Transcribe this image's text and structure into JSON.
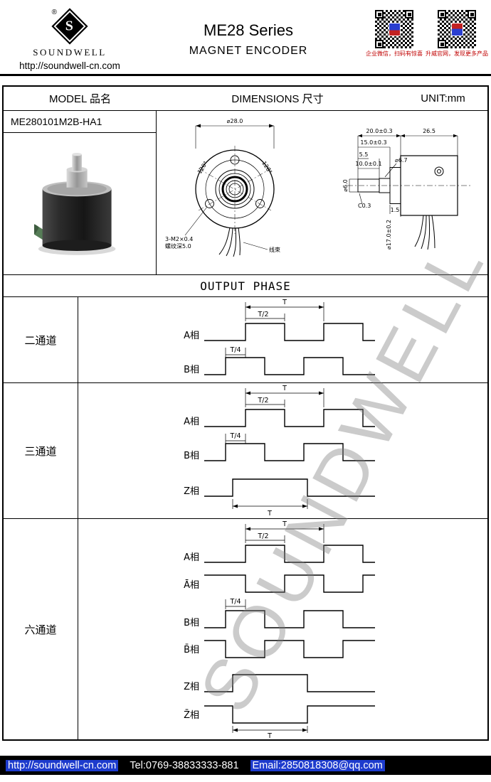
{
  "header": {
    "logo_mark": "S",
    "registered": "®",
    "logo_text": "SOUNDWELL",
    "url": "http://soundwell-cn.com",
    "title": "ME28 Series",
    "subtitle": "MAGNET ENCODER",
    "qr_captions": [
      "企业微信，扫码有惊喜",
      "升威官网，发现更多产品"
    ]
  },
  "table_header": {
    "model": "MODEL 品名",
    "dimensions": "DIMENSIONS 尺寸",
    "unit": "UNIT:mm"
  },
  "model": {
    "name": "ME280101M2B-HA1"
  },
  "drawing": {
    "front": {
      "dia": "⌀28.0",
      "angle_left": "120°",
      "angle_right": "120°",
      "screws": "3-M2×0.4",
      "thread_depth": "螺纹深5.0",
      "wire": "线束"
    },
    "side": {
      "d20": "20.0±0.3",
      "d265": "26.5",
      "d15": "15.0±0.3",
      "d55": "5.5",
      "d10": "10.0±0.1",
      "d6": "⌀6.0",
      "d67": "⌀6.7",
      "c03": "C0.3",
      "d15b": "1.5",
      "d17": "⌀17.0±0.2"
    }
  },
  "output": {
    "title": "OUTPUT PHASE",
    "markers": {
      "t": "T",
      "t2": "T/2",
      "t4": "T/4"
    },
    "channels": [
      {
        "name": "二通道",
        "phases": [
          "A相",
          "B相"
        ]
      },
      {
        "name": "三通道",
        "phases": [
          "A相",
          "B相",
          "Z相"
        ]
      },
      {
        "name": "六通道",
        "phases": [
          "A相",
          "Ā相",
          "B相",
          "B̄相",
          "Z相",
          "Z̄相"
        ]
      }
    ]
  },
  "watermark": "SOUNDWELL",
  "footer": {
    "url": "http://soundwell-cn.com",
    "tel": "Tel:0769-38833333-881",
    "email": "Email:2850818308@qq.com"
  }
}
